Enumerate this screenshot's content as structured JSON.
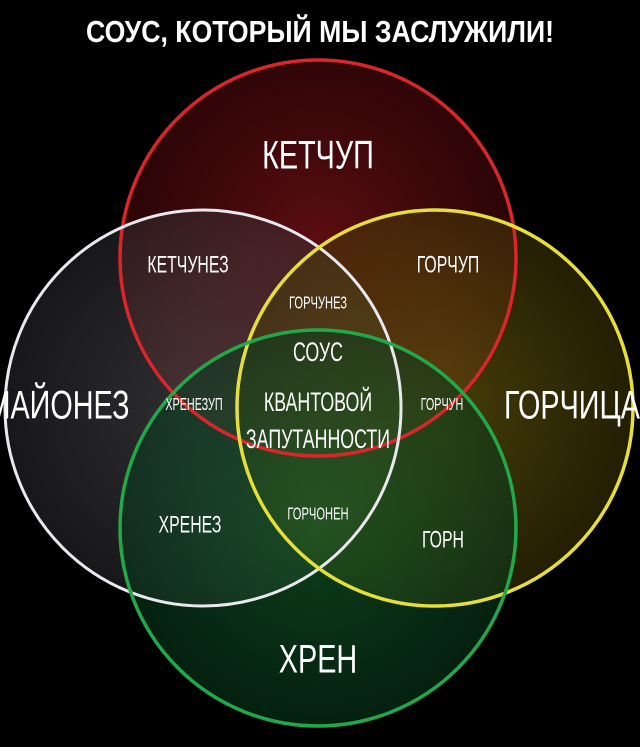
{
  "title": "СОУС, КОТОРЫЙ МЫ ЗАСЛУЖИЛИ!",
  "circles": {
    "ketchup": {
      "label": "КЕТЧУП",
      "color": "#d8262b"
    },
    "mayo": {
      "label": "МАЙОНЕЗ",
      "color": "#e8e8ee"
    },
    "mustard": {
      "label": "ГОРЧИЦА",
      "color": "#e6df3a"
    },
    "horseradish": {
      "label": "ХРЕН",
      "color": "#22a84a"
    }
  },
  "regions": {
    "ketchunez": "КЕТЧУНЕЗ",
    "gorchup": "ГОРЧУП",
    "gorchunez": "ГОРЧУНЕЗ",
    "center_line1": "СОУС",
    "center_line2": "КВАНТОВОЙ",
    "center_line3": "ЗАПУТАННОСТИ",
    "hrenezup": "ХРЕНЕЗУП",
    "gorchun": "ГОРЧУН",
    "hrenez": "ХРЕНЕЗ",
    "gorchonen": "ГОРЧОНЕН",
    "gorn": "ГОРН"
  }
}
